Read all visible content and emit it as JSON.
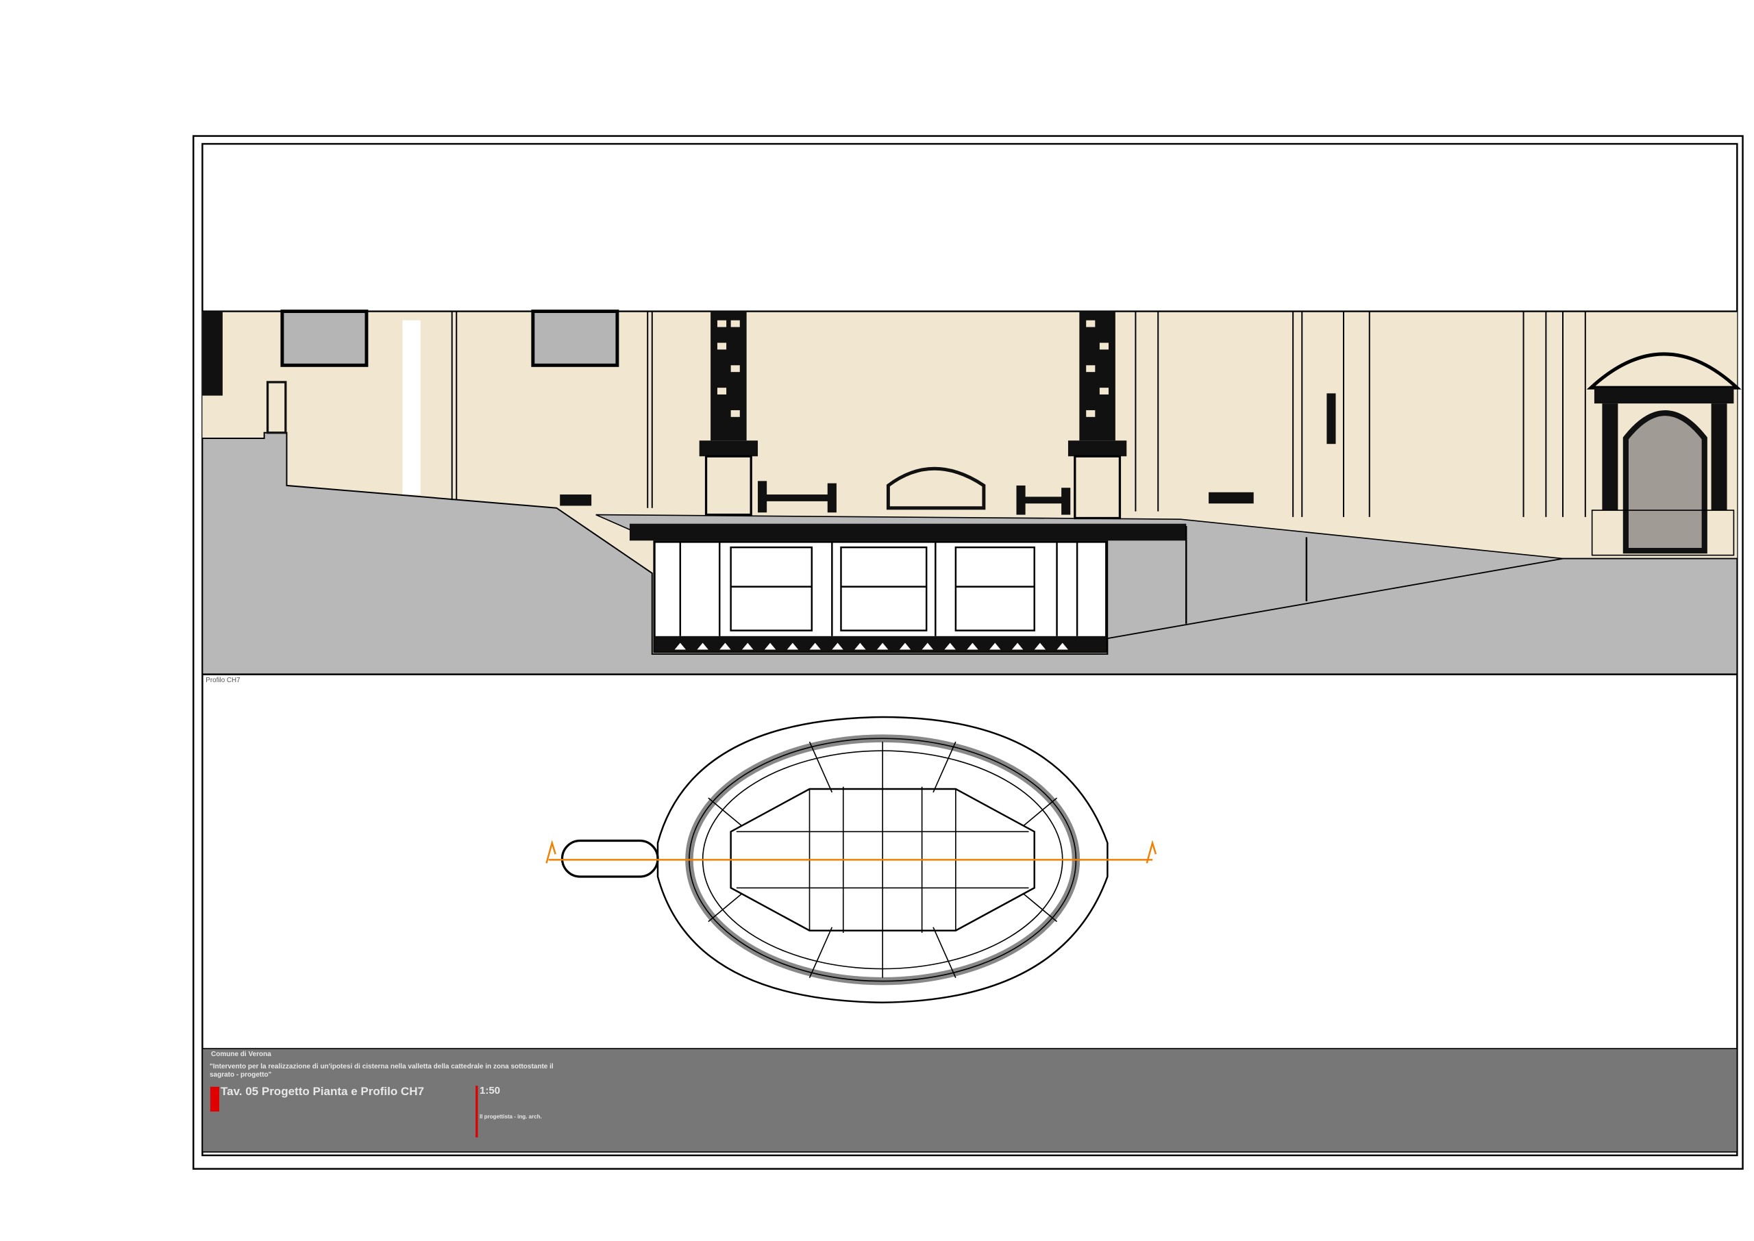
{
  "sheet": {
    "header_label": "Comune di Verona",
    "project_description": "\"Intervento per la realizzazione di un'ipotesi di cisterna nella valletta della cattedrale in zona sottostante il sagrato - progetto\"",
    "sheet_title": "Tav. 05 Progetto Pianta e Profilo CH7",
    "scale": "1:50",
    "notes": "Il progettista - ing. arch.",
    "section_label": "Profilo CH7",
    "accent_color": "#e00000",
    "section_line_color": "#f08000"
  }
}
